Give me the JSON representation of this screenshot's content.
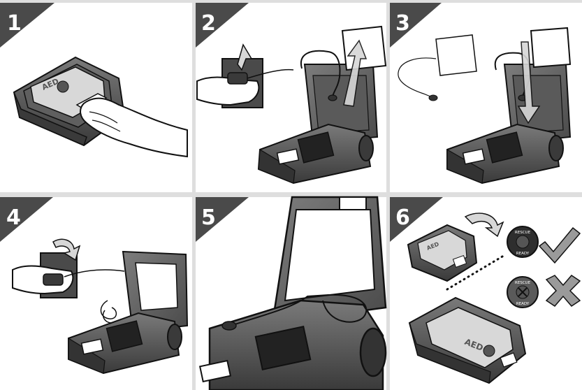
{
  "colors": {
    "background": "#ffffff",
    "gutter": "#dedede",
    "banner": "#4a4a4a",
    "step_number": "#ffffff",
    "device_dark": "#3e3e3e",
    "device_mid": "#6b6b6b",
    "device_light": "#9a9a9a",
    "pad_fill": "#d8d8d8",
    "outline": "#111111",
    "skin": "#ffffff",
    "arrow_fill": "#d7d7d7",
    "check": "#9a9a9a"
  },
  "steps": [
    {
      "number": "1"
    },
    {
      "number": "2"
    },
    {
      "number": "3"
    },
    {
      "number": "4"
    },
    {
      "number": "5"
    },
    {
      "number": "6"
    }
  ],
  "labels": {
    "aed": "AED",
    "rescue": "RESCUE",
    "ready": "READY"
  },
  "icons": {
    "check": "check-mark-icon",
    "cross": "cross-mark-icon"
  }
}
